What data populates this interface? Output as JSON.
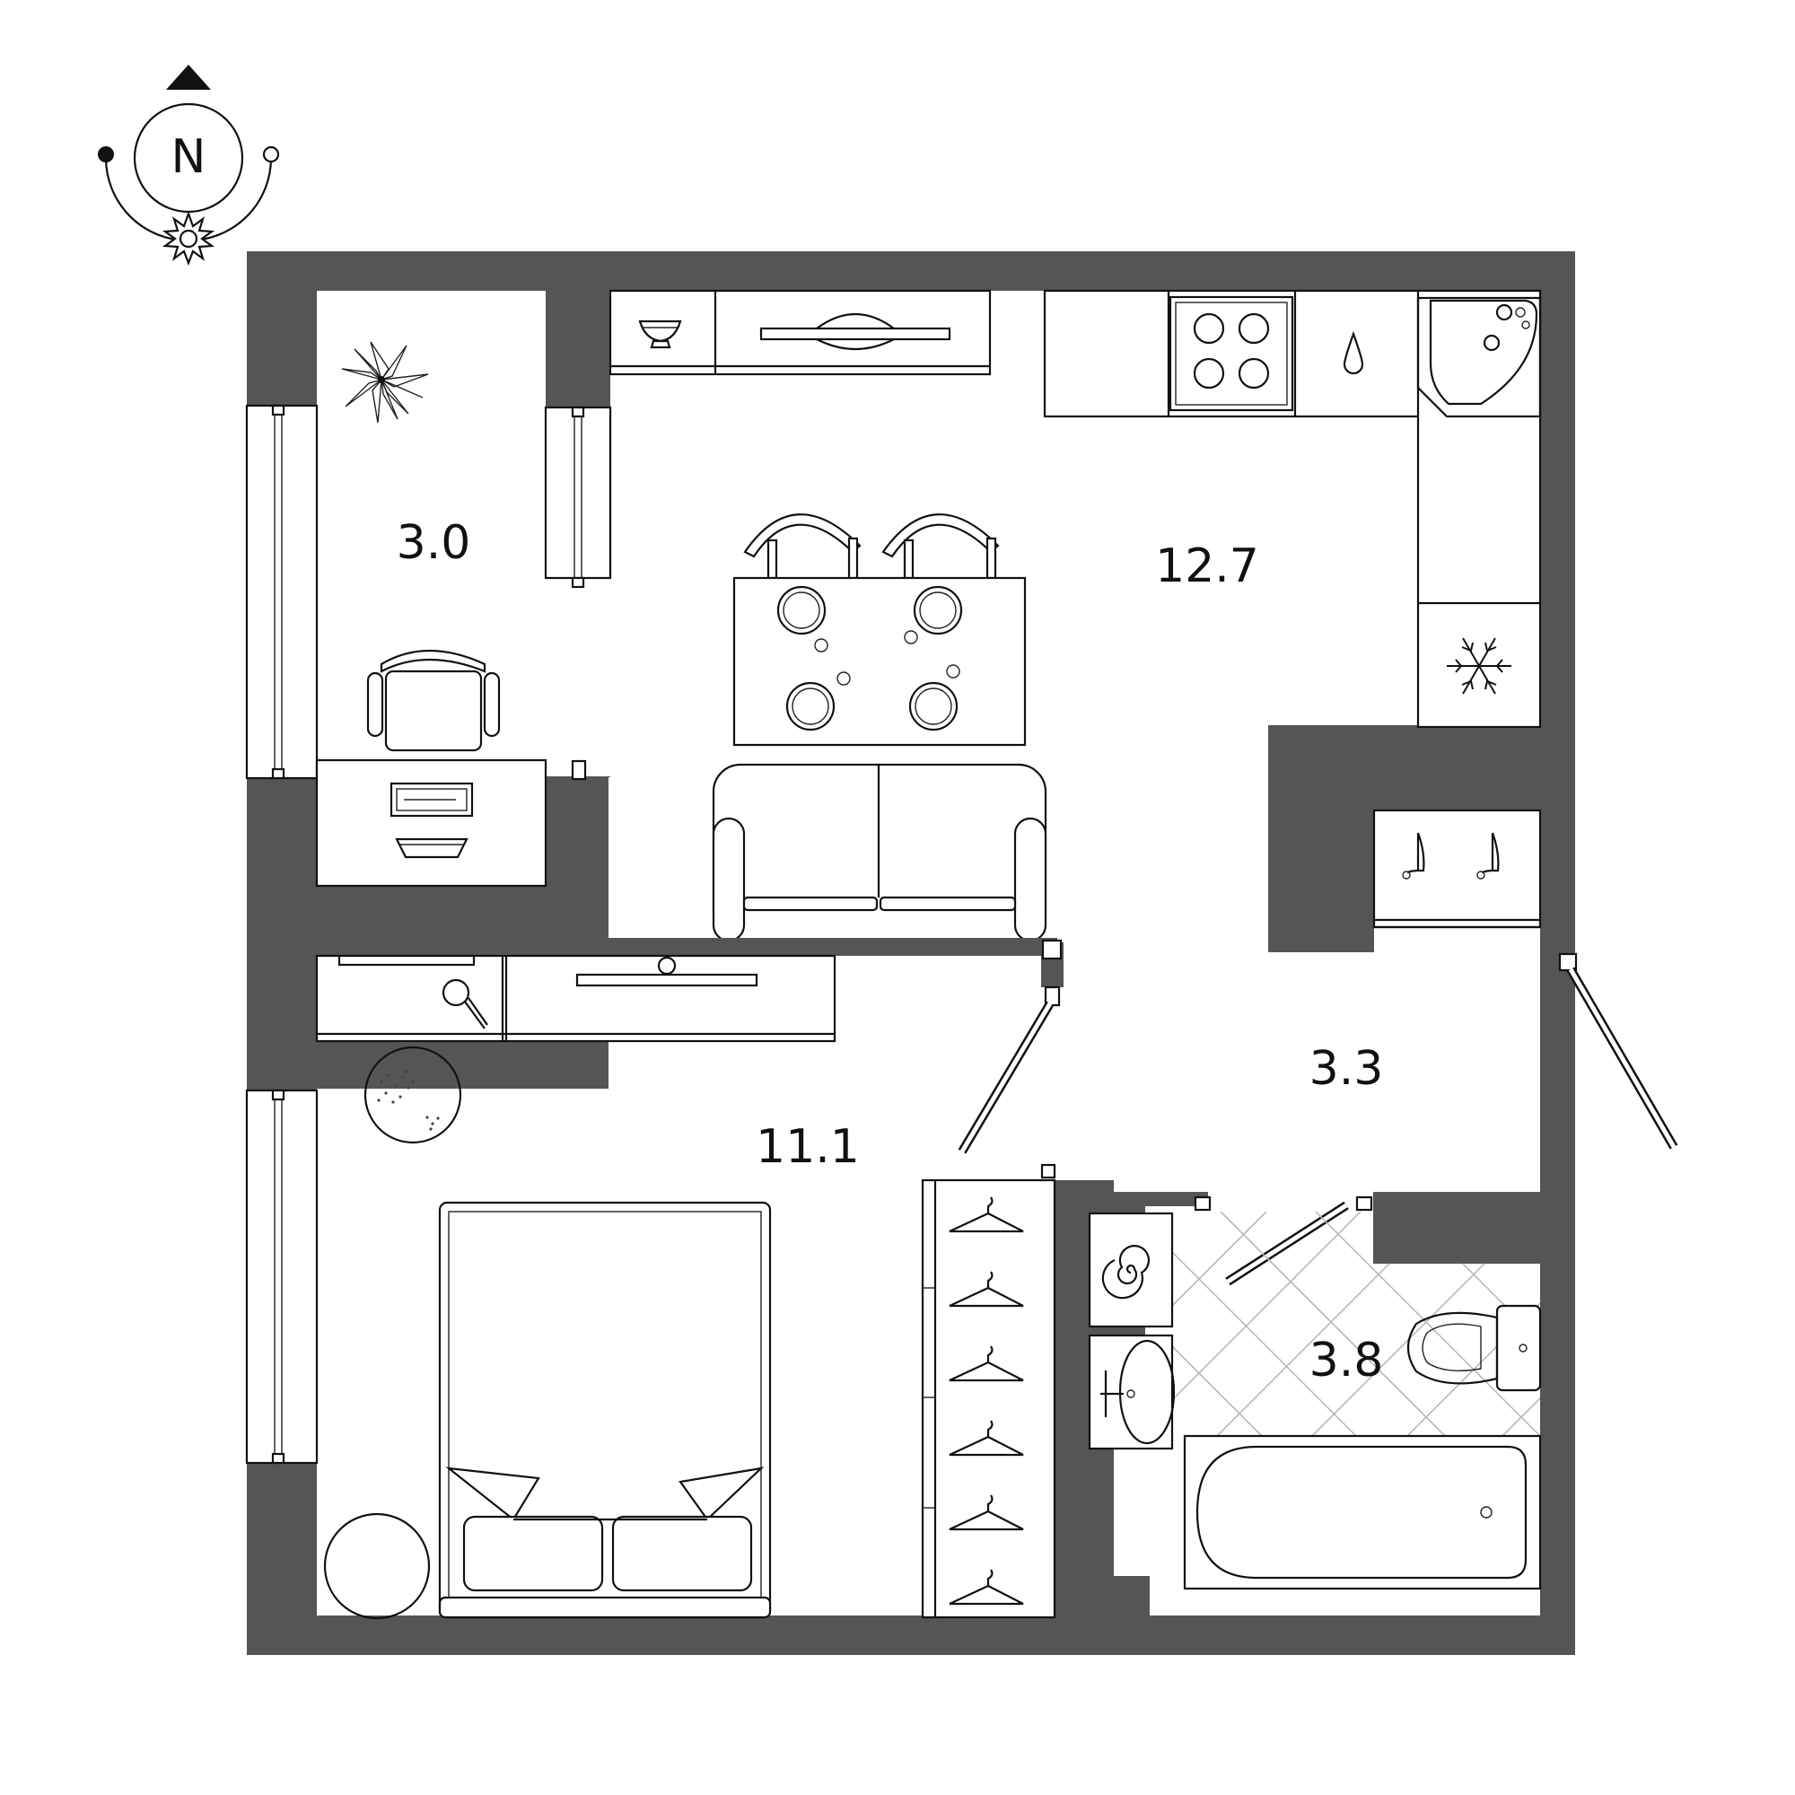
{
  "compass": {
    "label": "N"
  },
  "rooms": [
    {
      "id": "balcony",
      "area": "3.0"
    },
    {
      "id": "kitchen-living",
      "area": "12.7"
    },
    {
      "id": "hallway",
      "area": "3.3"
    },
    {
      "id": "bedroom",
      "area": "11.1"
    },
    {
      "id": "bathroom",
      "area": "3.8"
    }
  ],
  "colors": {
    "wall": "#555555",
    "line": "#111111",
    "tile": "#b8b8b8",
    "background": "#ffffff"
  }
}
